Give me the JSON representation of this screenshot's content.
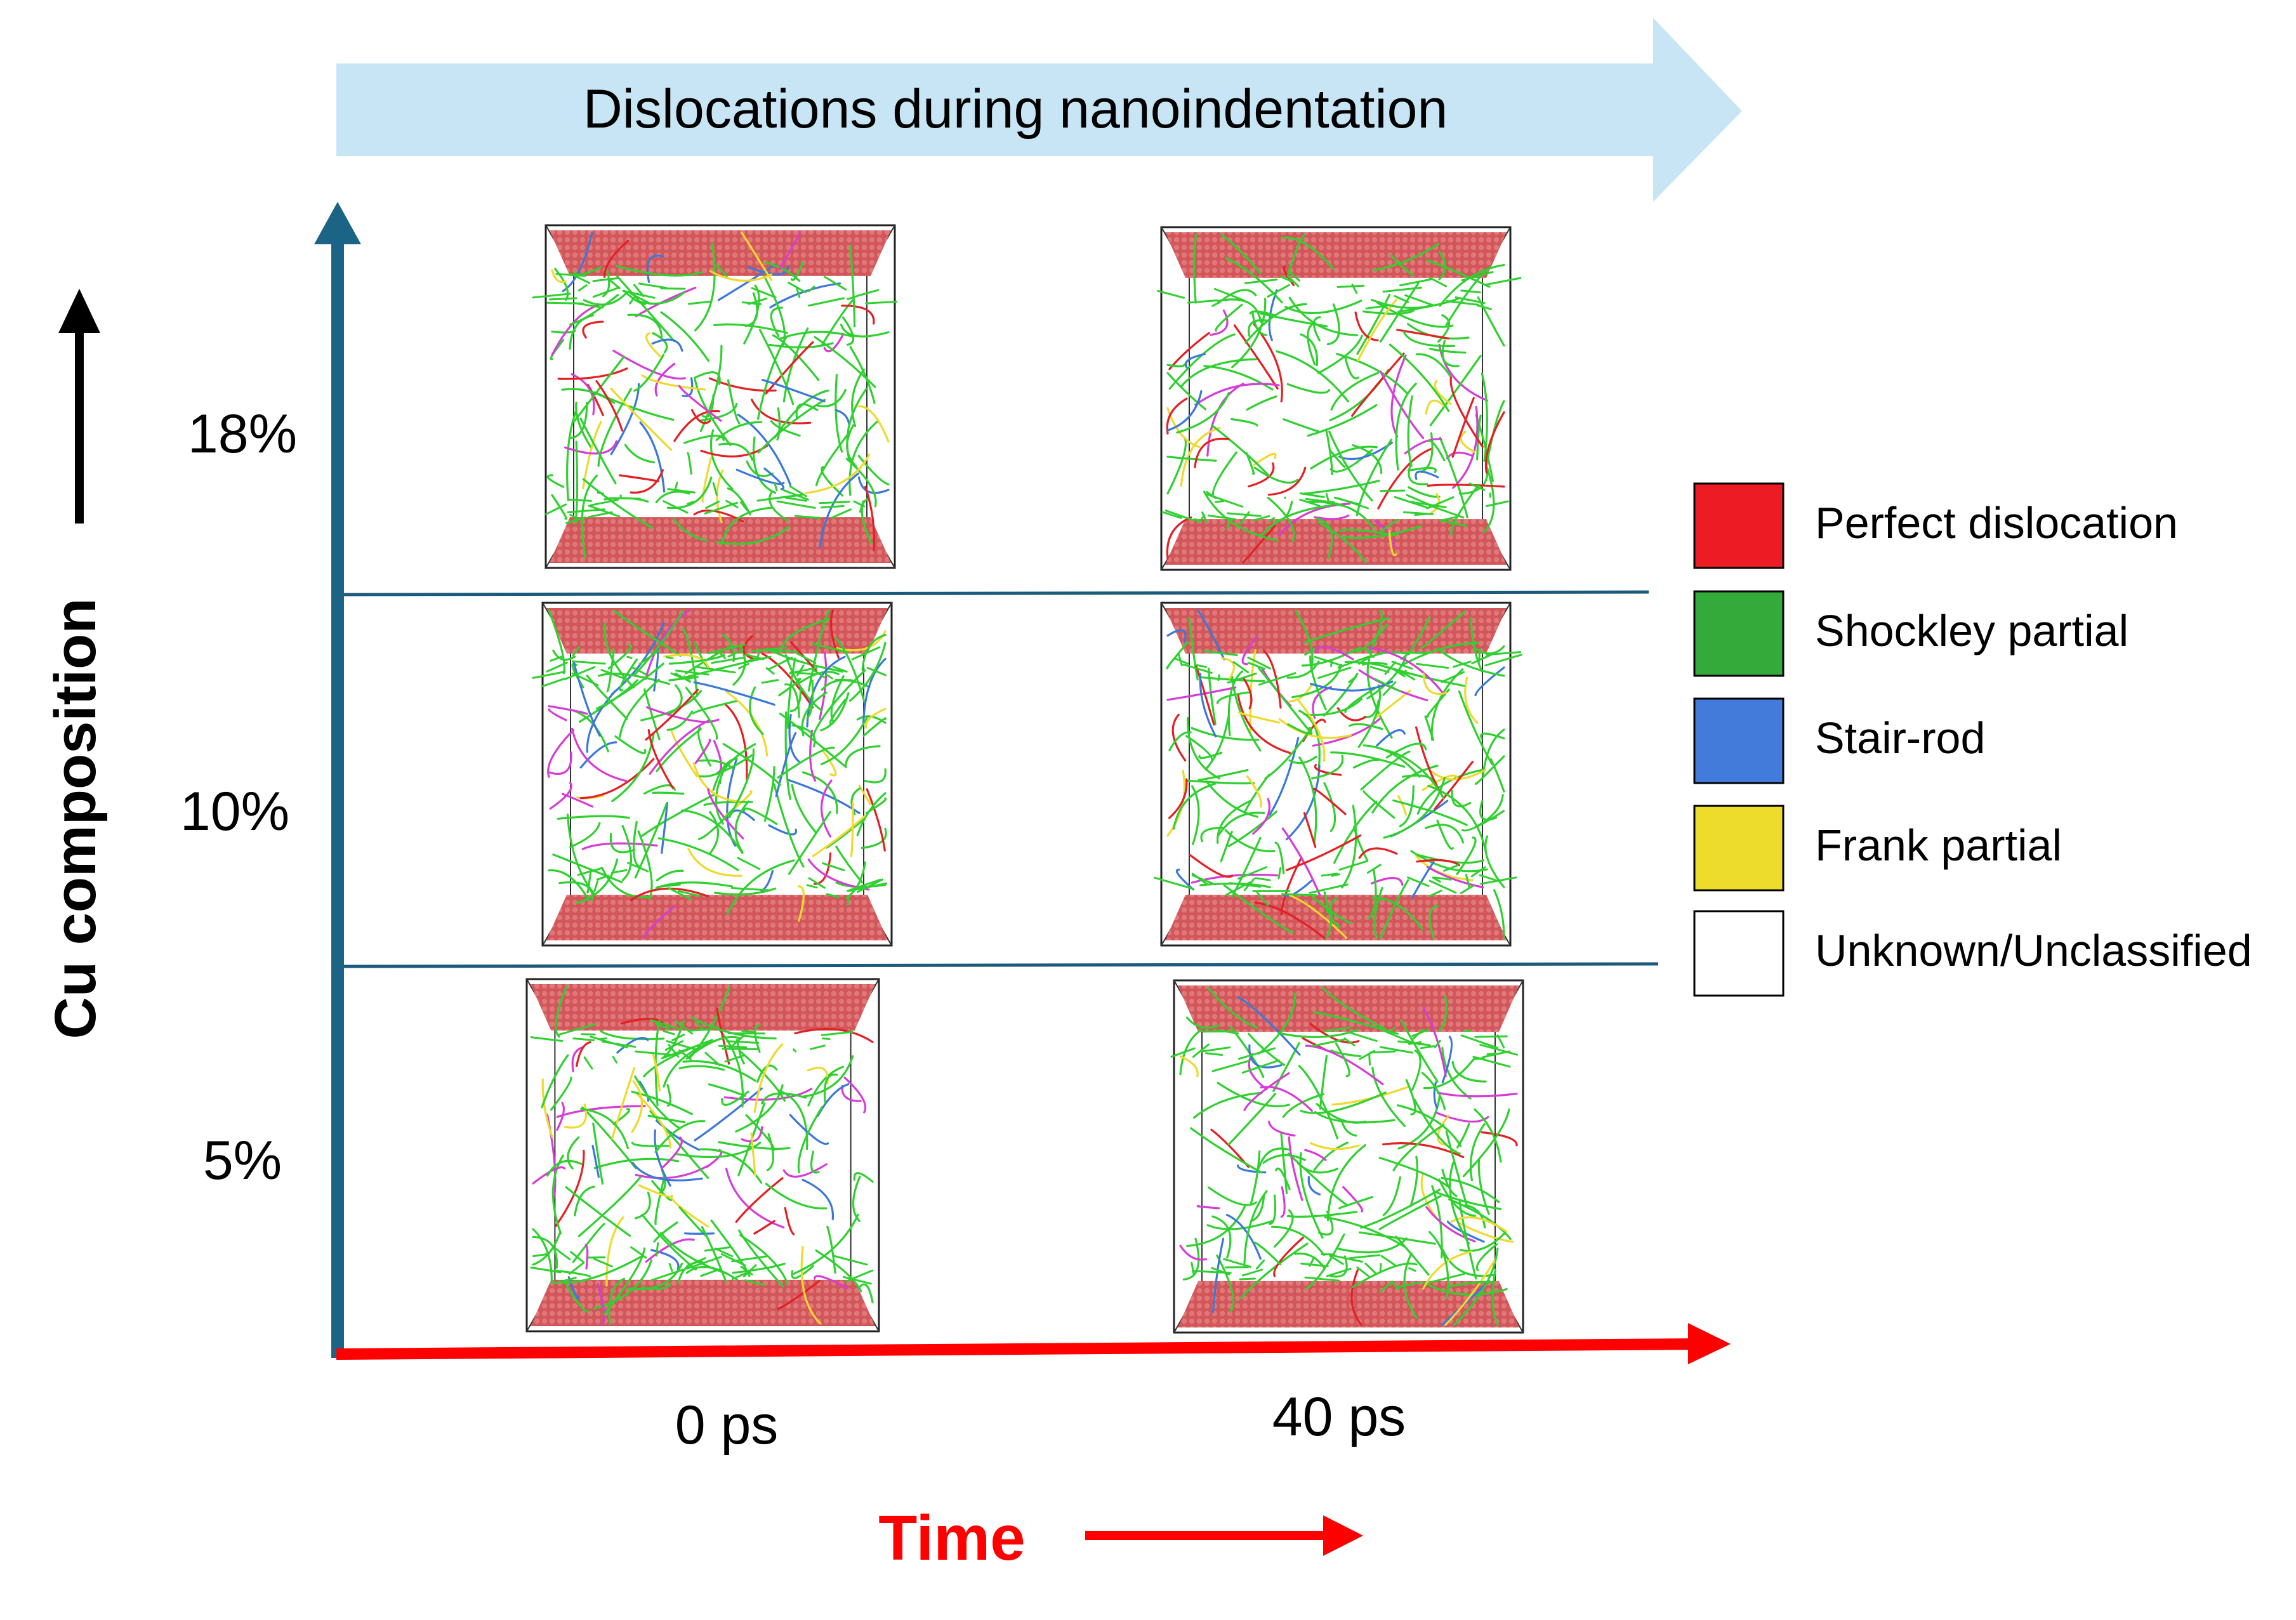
{
  "banner": {
    "title": "Dislocations during nanoindentation",
    "color": "#c7e5f4"
  },
  "y_axis": {
    "label": "Cu composition",
    "color": "#1b6486"
  },
  "x_axis": {
    "label": "Time",
    "color": "#ff0000"
  },
  "rows": [
    {
      "label": "18%"
    },
    {
      "label": "10%"
    },
    {
      "label": "5%"
    }
  ],
  "columns": [
    {
      "label": "0 ps"
    },
    {
      "label": "40 ps"
    }
  ],
  "colors": {
    "slab": "#d2565a",
    "shockley": "#2fd02f",
    "perfect": "#e32024",
    "stair_rod": "#3c78d8",
    "frank": "#efd92c",
    "hirth": "#d63cd6",
    "divider": "#1b5a7a"
  },
  "legend": [
    {
      "label": "Perfect dislocation",
      "color": "#ed1c24"
    },
    {
      "label": "Shockley partial",
      "color": "#34aa3a"
    },
    {
      "label": "Stair-rod",
      "color": "#427bd9"
    },
    {
      "label": "Frank partial",
      "color": "#eedc2c"
    },
    {
      "label": "Unknown/Unclassified",
      "color": "#ffffff"
    }
  ]
}
